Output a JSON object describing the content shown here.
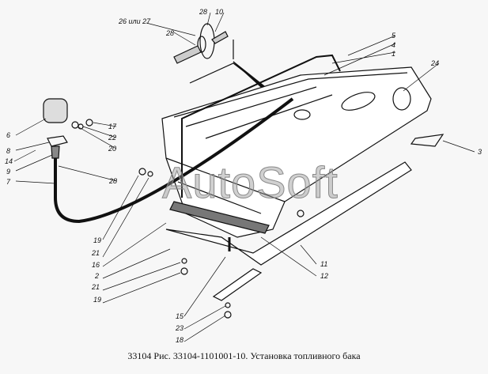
{
  "caption": "33104 Рис. 33104-1101001-10. Установка топливного бака",
  "watermark": "AutoSoft",
  "callouts": [
    "26 или 27",
    "28",
    "10",
    "28",
    "5",
    "4",
    "1",
    "24",
    "3",
    "6",
    "17",
    "22",
    "8",
    "20",
    "14",
    "9",
    "7",
    "28",
    "19",
    "21",
    "16",
    "2",
    "21",
    "19",
    "11",
    "12",
    "15",
    "23",
    "18"
  ]
}
